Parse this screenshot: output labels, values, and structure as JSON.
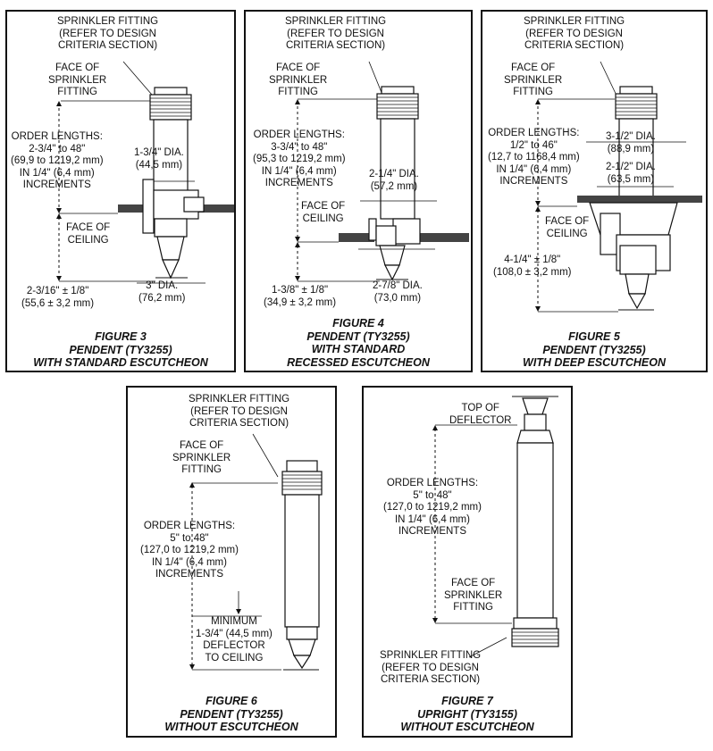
{
  "figure3": {
    "fitting_note": "SPRINKLER FITTING\n(REFER TO DESIGN\nCRITERIA SECTION)",
    "face_fitting": "FACE OF\nSPRINKLER\nFITTING",
    "order_lengths": "ORDER LENGTHS:\n2-3/4\" to 48\"\n(69,9 to 1219,2 mm)\nIN 1/4\" (6,4 mm)\nINCREMENTS",
    "dia_top": "1-3/4\" DIA.\n(44,5 mm)",
    "face_ceiling": "FACE OF\nCEILING",
    "dim_bottom": "2-3/16\" ± 1/8\"\n(55,6 ± 3,2 mm)",
    "dia_bottom": "3\" DIA.\n(76,2 mm)",
    "caption": "FIGURE 3\nPENDENT (TY3255)\nWITH STANDARD ESCUTCHEON"
  },
  "figure4": {
    "fitting_note": "SPRINKLER FITTING\n(REFER TO DESIGN\nCRITERIA SECTION)",
    "face_fitting": "FACE OF\nSPRINKLER\nFITTING",
    "order_lengths": "ORDER LENGTHS:\n3-3/4\" to 48\"\n(95,3 to 1219,2 mm)\nIN 1/4\" (6,4 mm)\nINCREMENTS",
    "dia_top": "2-1/4\" DIA.\n(57,2 mm)",
    "face_ceiling": "FACE OF\nCEILING",
    "dim_bottom": "1-3/8\" ± 1/8\"\n(34,9 ± 3,2 mm)",
    "dia_bottom": "2-7/8\" DIA.\n(73,0 mm)",
    "caption": "FIGURE 4\nPENDENT (TY3255)\nWITH STANDARD\nRECESSED ESCUTCHEON"
  },
  "figure5": {
    "fitting_note": "SPRINKLER FITTING\n(REFER TO DESIGN\nCRITERIA SECTION)",
    "face_fitting": "FACE OF\nSPRINKLER\nFITTING",
    "order_lengths": "ORDER LENGTHS:\n1/2\" to 46\"\n(12,7 to 1168,4 mm)\nIN 1/4\" (6,4 mm)\nINCREMENTS",
    "dia_top": "3-1/2\" DIA.\n(88,9 mm)",
    "dia_mid": "2-1/2\" DIA.\n(63,5 mm)",
    "face_ceiling": "FACE OF\nCEILING",
    "dim_bottom": "4-1/4\" ± 1/8\"\n(108,0 ± 3,2 mm)",
    "caption": "FIGURE 5\nPENDENT (TY3255)\nWITH DEEP ESCUTCHEON"
  },
  "figure6": {
    "fitting_note": "SPRINKLER FITTING\n(REFER TO DESIGN\nCRITERIA SECTION)",
    "face_fitting": "FACE OF\nSPRINKLER\nFITTING",
    "order_lengths": "ORDER LENGTHS:\n5\" to 48\"\n(127,0 to 1219,2 mm)\nIN 1/4\" (6,4 mm)\nINCREMENTS",
    "minimum": "MINIMUM\n1-3/4\" (44,5 mm)\nDEFLECTOR\nTO CEILING",
    "caption": "FIGURE 6\nPENDENT (TY3255)\nWITHOUT ESCUTCHEON"
  },
  "figure7": {
    "top_deflector": "TOP OF\nDEFLECTOR",
    "order_lengths": "ORDER LENGTHS:\n5\" to 48\"\n(127,0 to 1219,2 mm)\nIN 1/4\" (6,4 mm)\nINCREMENTS",
    "face_fitting": "FACE OF\nSPRINKLER\nFITTING",
    "fitting_note": "SPRINKLER FITTING\n(REFER TO DESIGN\nCRITERIA SECTION)",
    "caption": "FIGURE 7\nUPRIGHT (TY3155)\nWITHOUT ESCUTCHEON"
  }
}
